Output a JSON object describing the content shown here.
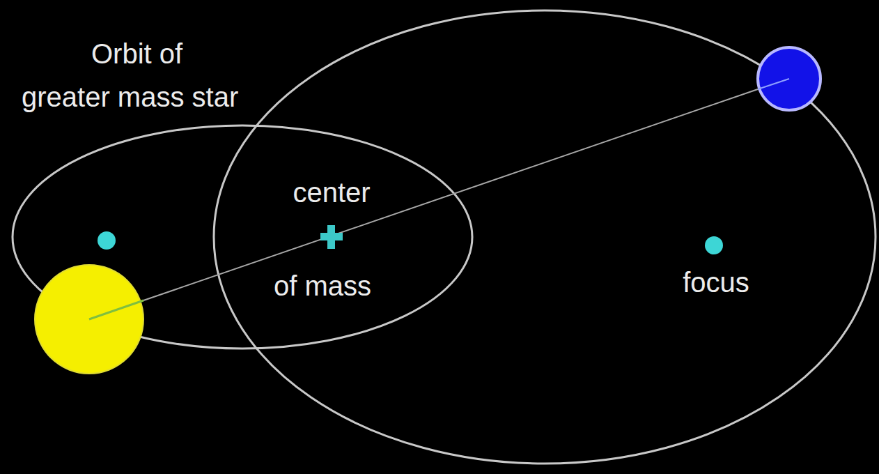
{
  "diagram": {
    "labels": [
      "Orbit of greater mass star",
      "center",
      "of mass",
      "focus"
    ]
  }
}
